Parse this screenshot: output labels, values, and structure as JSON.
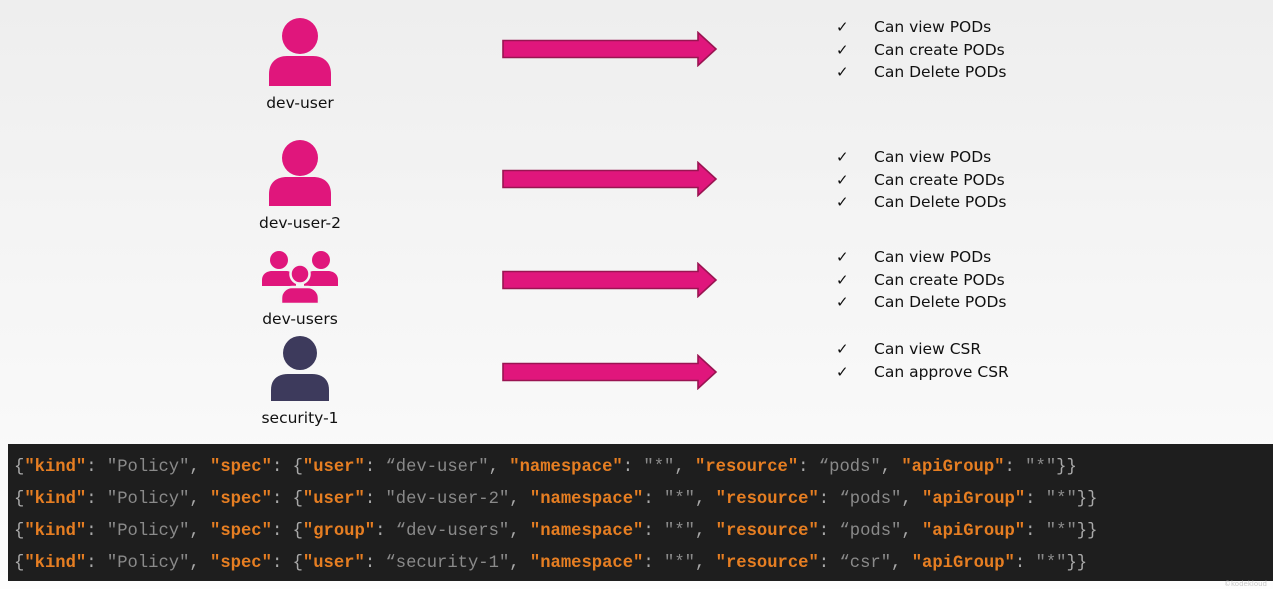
{
  "colors": {
    "accent": "#e0167c",
    "security": "#3d3a5c",
    "code_bg": "#1e1e1e",
    "code_key": "#e67e22",
    "code_value": "#8a8a8a"
  },
  "entities": [
    {
      "label": "dev-user",
      "icon": "user-icon",
      "permissions": [
        "Can view PODs",
        "Can create PODs",
        "Can Delete PODs"
      ]
    },
    {
      "label": "dev-user-2",
      "icon": "user-icon",
      "permissions": [
        "Can view PODs",
        "Can create PODs",
        "Can Delete PODs"
      ]
    },
    {
      "label": "dev-users",
      "icon": "user-group-icon",
      "permissions": [
        "Can view PODs",
        "Can create PODs",
        "Can Delete PODs"
      ]
    },
    {
      "label": "security-1",
      "icon": "user-icon",
      "permissions": [
        "Can view CSR",
        "Can approve CSR"
      ]
    }
  ],
  "check_symbol": "✓",
  "policies": [
    {
      "kind": "Policy",
      "subject_key": "user",
      "subject": "dev-user",
      "subject_open_quote": "“",
      "namespace": "*",
      "resource": "pods",
      "resource_open_quote": "“",
      "apiGroup": "*"
    },
    {
      "kind": "Policy",
      "subject_key": "user",
      "subject": "dev-user-2",
      "subject_open_quote": "\"",
      "namespace": "*",
      "resource": "pods",
      "resource_open_quote": "“",
      "apiGroup": "*"
    },
    {
      "kind": "Policy",
      "subject_key": "group",
      "subject": "dev-users",
      "subject_open_quote": "“",
      "namespace": "*",
      "resource": "pods",
      "resource_open_quote": "“",
      "apiGroup": "*"
    },
    {
      "kind": "Policy",
      "subject_key": "user",
      "subject": "security-1",
      "subject_open_quote": "“",
      "namespace": "*",
      "resource": "csr",
      "resource_open_quote": "“",
      "apiGroup": "*"
    }
  ],
  "watermark": "©kodekloud"
}
